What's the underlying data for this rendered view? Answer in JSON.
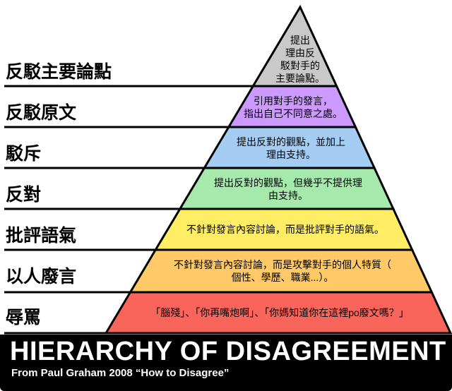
{
  "banner": {
    "title": "HIERARCHY OF DISAGREEMENT",
    "subtitle": "From Paul Graham 2008 “How to Disagree”"
  },
  "pyramid": {
    "levels": [
      {
        "label": "反駁主要論點",
        "color": "#c9c9c9",
        "lines": [
          "提出",
          "理由反",
          "駁對手的",
          "主要論點。"
        ]
      },
      {
        "label": "反駁原文",
        "color": "#cc99ff",
        "lines": [
          "引用對手的發言，",
          "指出自己不同意之處。"
        ]
      },
      {
        "label": "駁斥",
        "color": "#a5cdf3",
        "lines": [
          "提出反對的觀點，並加上",
          "理由支持。"
        ]
      },
      {
        "label": "反對",
        "color": "#a6e9ad",
        "lines": [
          "提出反對的觀點，但幾乎不提供理",
          "由支持。"
        ]
      },
      {
        "label": "批評語氣",
        "color": "#ffed64",
        "lines": [
          "不針對發言內容討論，而是批評對手的語氣。"
        ]
      },
      {
        "label": "以人廢言",
        "color": "#fec966",
        "lines": [
          "不針對發言內容討論，而是攻擊對手的個人特質（",
          "個性、學歷、職業...）。"
        ]
      },
      {
        "label": "辱罵",
        "color": "#f9655b",
        "lines": [
          "「腦殘」、「你再嘴炮啊」、「你媽知道你在這裡po廢文嗎？」"
        ]
      }
    ]
  }
}
